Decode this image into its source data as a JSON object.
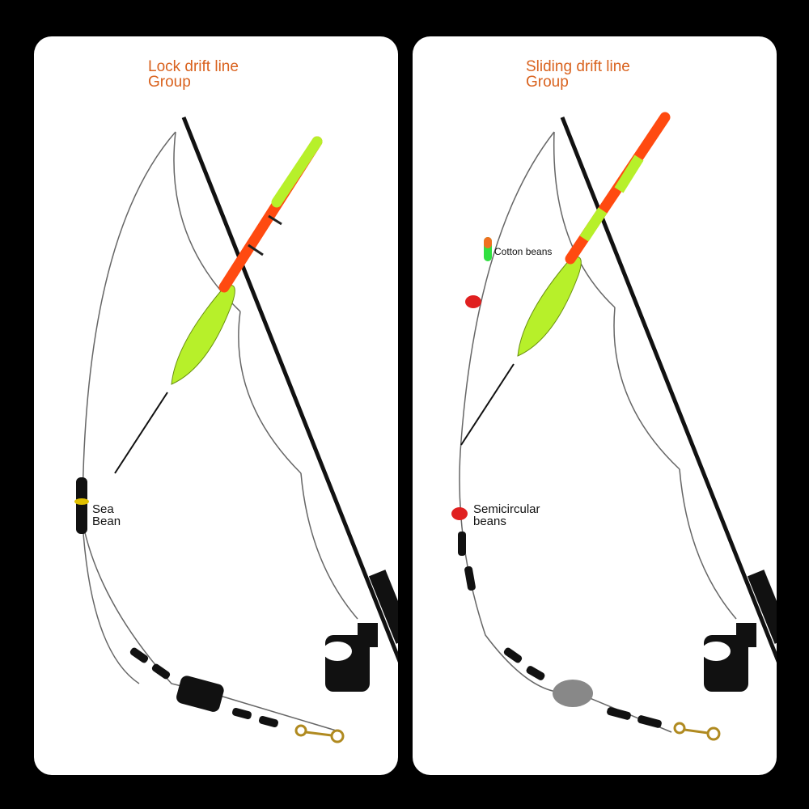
{
  "left_panel": {
    "title_line1": "Lock drift line",
    "title_line2": "Group",
    "label_line1": "Sea",
    "label_line2": "Bean"
  },
  "right_panel": {
    "title_line1": "Sliding drift line",
    "title_line2": "Group",
    "cotton_label": "Cotton beans",
    "semi_label_line1": "Semicircular",
    "semi_label_line2": "beans"
  },
  "colors": {
    "title": "#d9621e",
    "float_body": "#b7f02a",
    "float_stripe": "#ff4a10",
    "bead_red": "#e02020"
  }
}
